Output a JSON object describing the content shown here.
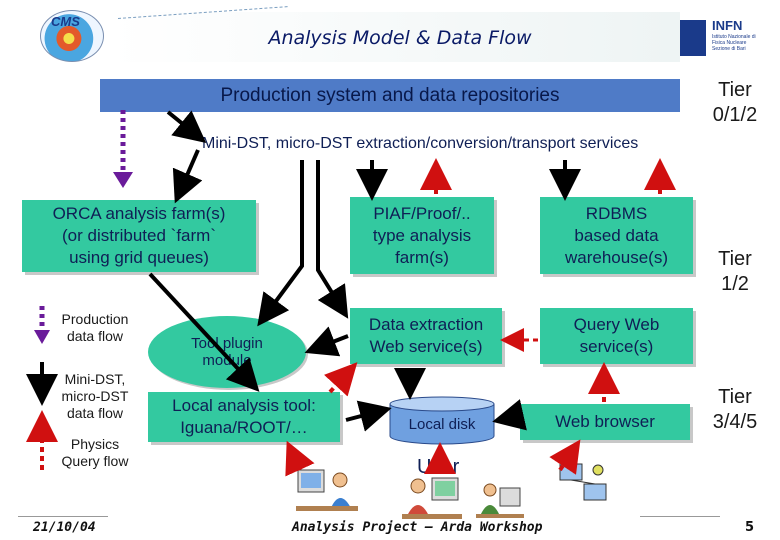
{
  "header": {
    "title": "Analysis Model & Data Flow",
    "logo_left": "CMS",
    "logo_right": "INFN",
    "logo_right_sub": "Istituto Nazionale di Fisica Nucleare Sezione di Bari"
  },
  "diagram": {
    "production_label": "Production system and data repositories",
    "extraction_label": "Mini-DST, micro-DST extraction/conversion/transport services",
    "orca_label": "ORCA analysis farm(s)\n(or distributed `farm`\nusing grid queues)",
    "piaf_label": "PIAF/Proof/..\ntype analysis\nfarm(s)",
    "rdbms_label": "RDBMS\nbased data\nwarehouse(s)",
    "data_extraction_label": "Data extraction\nWeb service(s)",
    "query_web_label": "Query Web\nservice(s)",
    "tool_plugin_label": "Tool plugin\nmodule",
    "local_tool_label": "Local analysis tool:\nIguana/ROOT/…",
    "local_disk_label": "Local disk",
    "web_browser_label": "Web browser",
    "user_label": "User"
  },
  "tiers": {
    "tier012": "Tier\n0/1/2",
    "tier12": "Tier\n1/2",
    "tier345": "Tier\n3/4/5"
  },
  "legend": {
    "production_flow": "Production\ndata flow",
    "minidst_flow": "Mini-DST,\nmicro-DST\ndata flow",
    "physics_flow": "Physics\nQuery flow"
  },
  "footer": {
    "date": "21/10/04",
    "event": "Analysis Project – Arda Workshop",
    "page": "5"
  },
  "colors": {
    "green_box": "#33c9a0",
    "blue_box": "#4f7bc7",
    "production_arrow": "#6a1b9a",
    "query_arrow": "#d01010",
    "flow_arrow": "#000000"
  }
}
